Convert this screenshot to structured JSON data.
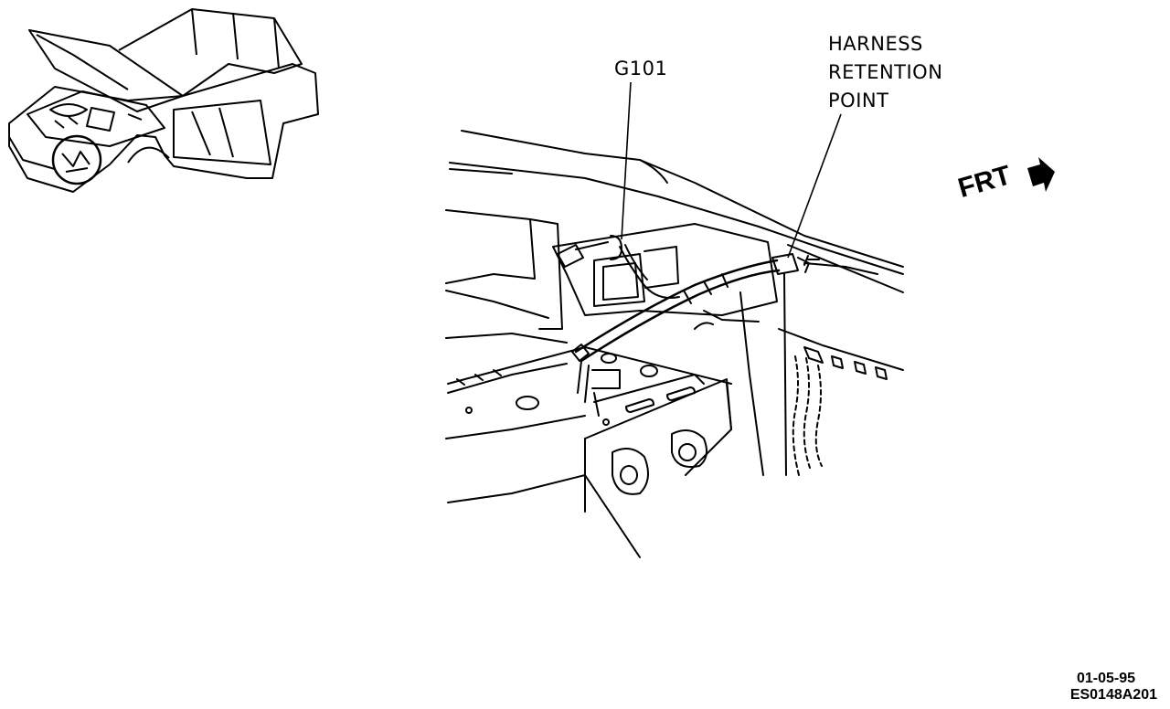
{
  "callouts": {
    "g101": "G101",
    "harness_line1": "HARNESS",
    "harness_line2": "RETENTION",
    "harness_line3": "POINT"
  },
  "orientation": {
    "frt": "FRT"
  },
  "reference": {
    "date": "01-05-95",
    "code": "ES0148A201"
  },
  "colors": {
    "ink": "#000000",
    "paper": "#ffffff"
  }
}
